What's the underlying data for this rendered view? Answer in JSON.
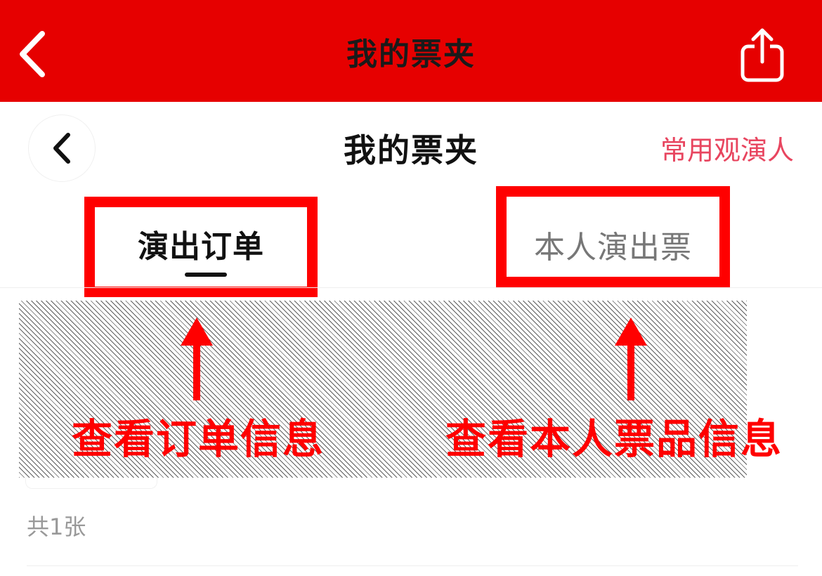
{
  "app_bar": {
    "title": "我的票夹",
    "back_icon": "chevron-left-icon",
    "share_icon": "share-icon",
    "background_color": "#e60000"
  },
  "header": {
    "title": "我的票夹",
    "back_icon": "chevron-left-icon",
    "right_link": "常用观演人",
    "link_color": "#e8455f"
  },
  "tabs": [
    {
      "label": "演出订单",
      "active": true
    },
    {
      "label": "本人演出票",
      "active": false
    }
  ],
  "annotations": {
    "left": "查看订单信息",
    "right": "查看本人票品信息",
    "color": "#ff0000"
  },
  "list": {
    "count_text": "共1张"
  }
}
